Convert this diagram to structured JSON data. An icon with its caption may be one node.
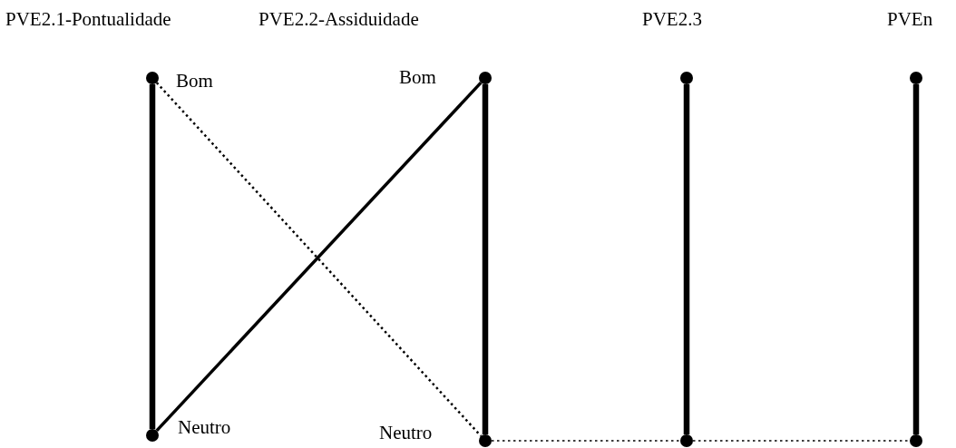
{
  "diagram": {
    "nodes": [
      {
        "text": [],
        "shape": "circle",
        "beside": [
          "Bom"
        ]
      },
      {
        "text": [],
        "shape": "circle",
        "beside": [
          "Bom"
        ]
      },
      {
        "text": [],
        "shape": "circle"
      },
      {
        "text": [],
        "shape": "circle"
      },
      {
        "text": [],
        "shape": "circle",
        "beside": [
          "Neutro"
        ]
      },
      {
        "text": [],
        "shape": "circle",
        "beside": [
          "Neutro"
        ]
      },
      {
        "text": [],
        "shape": "circle"
      },
      {
        "text": [],
        "shape": "circle"
      }
    ],
    "edges": [
      {
        "from": 0,
        "to": 4,
        "arrow": "none",
        "style": "thick"
      },
      {
        "from": 1,
        "to": 5,
        "arrow": "none",
        "style": "thick"
      },
      {
        "from": 2,
        "to": 6,
        "arrow": "none",
        "style": "thick"
      },
      {
        "from": 3,
        "to": 7,
        "arrow": "none",
        "style": "thick"
      },
      {
        "from": 4,
        "to": 1,
        "arrow": "none"
      },
      {
        "from": 0,
        "to": 5,
        "arrow": "none",
        "style": "dashed"
      },
      {
        "from": 5,
        "to": 6,
        "arrow": "none",
        "style": "dashed"
      },
      {
        "from": 6,
        "to": 7,
        "arrow": "none",
        "style": "dashed"
      }
    ],
    "labels": [
      "PVE2.1-Pontualidade",
      "PVE2.2-Assiduidade",
      "PVE2.3",
      "PVEn"
    ]
  }
}
